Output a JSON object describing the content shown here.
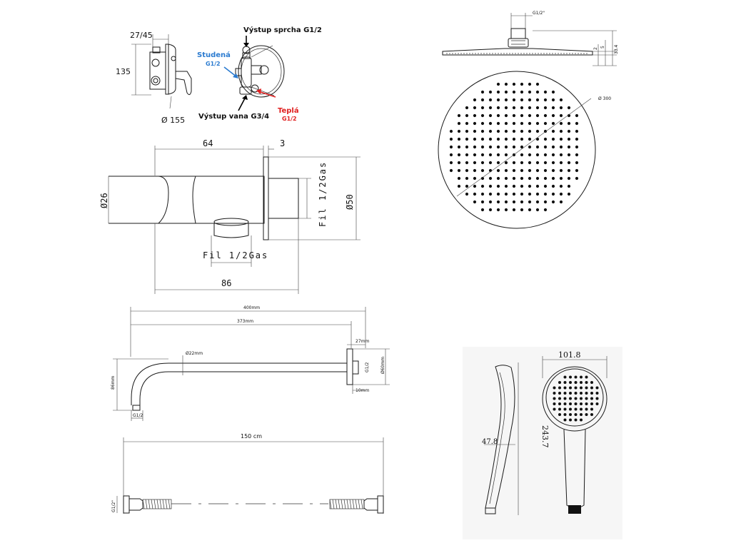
{
  "mixer_body": {
    "dim_depth": "27/45",
    "dim_height": "135",
    "dim_diameter": "Ø 155"
  },
  "mixer_callouts": {
    "shower_outlet": "Výstup sprcha G1/2",
    "cold_label": "Studená",
    "cold_thread": "G1/2",
    "hot_label": "Teplá",
    "hot_thread": "G1/2",
    "bath_outlet": "Výstup vana G3/4",
    "cold_color": "#2b7bd0",
    "hot_color": "#e02020"
  },
  "wall_outlet": {
    "dim_body": "64",
    "dim_flange": "3",
    "dim_tube": "Ø26",
    "dim_rosette": "Ø50",
    "thread_side": "Fil 1/2Gas",
    "thread_bottom": "Fil 1/2Gas",
    "dim_total": "86"
  },
  "shower_head": {
    "dim_connector": "G1/2\"",
    "dim_a": "2",
    "dim_b": "5",
    "dim_c": "33.4",
    "dim_diameter": "Ø 300"
  },
  "shower_arm": {
    "dim_total": "400mm",
    "dim_straight": "373mm",
    "dim_pipe": "Ø22mm",
    "dim_flange_depth": "27mm",
    "dim_flange_thread": "G1/2",
    "dim_flange_dia": "Ø60mm",
    "dim_flange_gap": "10mm",
    "dim_drop": "86mm",
    "dim_thread": "G1/2"
  },
  "hose": {
    "dim_length": "150 cm",
    "dim_thread": "G1/2\""
  },
  "hand_shower": {
    "dim_face": "101.8",
    "dim_length": "243.7",
    "dim_depth": "47.8"
  }
}
